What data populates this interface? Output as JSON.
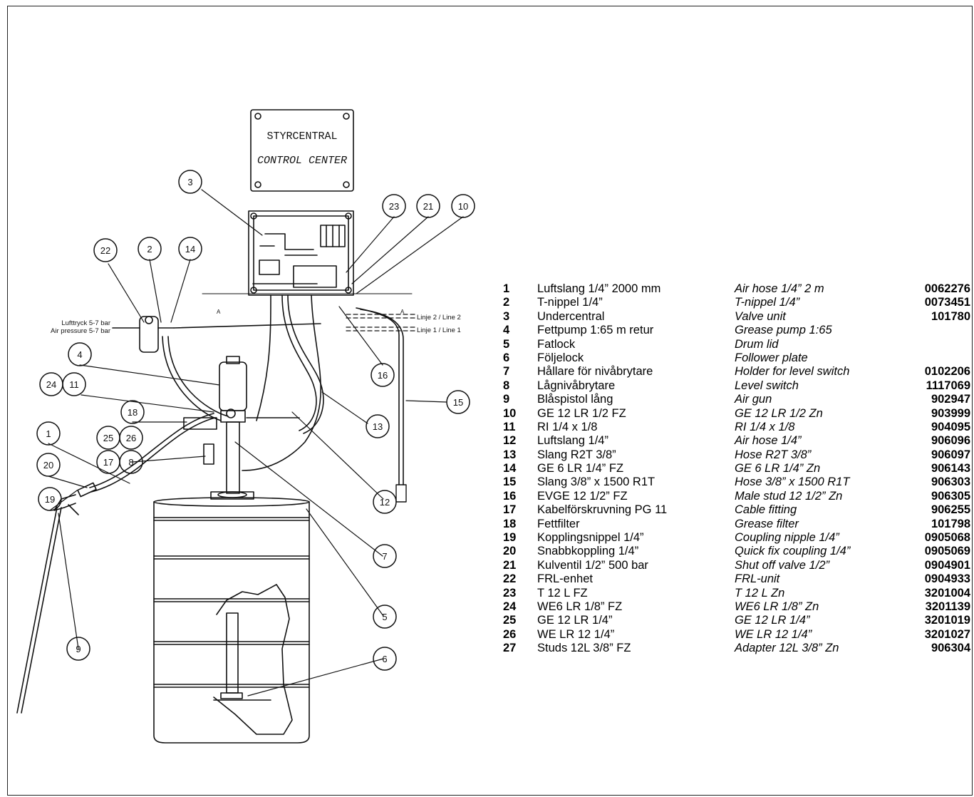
{
  "diagram": {
    "sign": {
      "line1": "STYRCENTRAL",
      "line2": "CONTROL CENTER"
    },
    "air_label": {
      "sv": "Lufttryck 5-7 bar",
      "en": "Air pressure 5-7 bar"
    },
    "line_labels": {
      "line2": "Linje 2 / Line 2",
      "line1": "Linje 1 / Line 1"
    },
    "section_marker": "A",
    "callouts": [
      "3",
      "23",
      "21",
      "10",
      "22",
      "2",
      "14",
      "4",
      "24",
      "11",
      "16",
      "15",
      "13",
      "18",
      "25",
      "26",
      "17",
      "8",
      "1",
      "20",
      "19",
      "12",
      "7",
      "5",
      "6",
      "9"
    ]
  },
  "parts": [
    {
      "no": "1",
      "sv": "Luftslang 1/4” 2000 mm",
      "en": "Air hose 1/4” 2 m",
      "art": "0062276"
    },
    {
      "no": "2",
      "sv": "T-nippel 1/4”",
      "en": "T-nippel 1/4”",
      "art": "0073451"
    },
    {
      "no": "3",
      "sv": "Undercentral",
      "en": "Valve unit",
      "art": "101780"
    },
    {
      "no": "4",
      "sv": "Fettpump 1:65 m retur",
      "en": "Grease pump 1:65",
      "art": ""
    },
    {
      "no": "5",
      "sv": "Fatlock",
      "en": "Drum lid",
      "art": ""
    },
    {
      "no": "6",
      "sv": "Följelock",
      "en": "Follower plate",
      "art": ""
    },
    {
      "no": "7",
      "sv": "Hållare för nivåbrytare",
      "en": "Holder for level switch",
      "art": "0102206"
    },
    {
      "no": "8",
      "sv": "Lågnivåbrytare",
      "en": "Level switch",
      "art": "1117069"
    },
    {
      "no": "9",
      "sv": "Blåspistol lång",
      "en": "Air gun",
      "art": "902947"
    },
    {
      "no": "10",
      "sv": "GE 12 LR 1/2 FZ",
      "en": "GE 12 LR 1/2 Zn",
      "art": "903999"
    },
    {
      "no": "11",
      "sv": "RI 1/4 x 1/8",
      "en": "RI 1/4 x 1/8",
      "art": "904095"
    },
    {
      "no": "12",
      "sv": "Luftslang 1/4”",
      "en": "Air hose 1/4”",
      "art": "906096"
    },
    {
      "no": "13",
      "sv": "Slang R2T 3/8”",
      "en": "Hose R2T 3/8”",
      "art": "906097"
    },
    {
      "no": "14",
      "sv": "GE 6 LR 1/4” FZ",
      "en": "GE 6 LR 1/4” Zn",
      "art": "906143"
    },
    {
      "no": "15",
      "sv": "Slang 3/8” x 1500 R1T",
      "en": "Hose 3/8” x 1500 R1T",
      "art": "906303"
    },
    {
      "no": "16",
      "sv": "EVGE 12 1/2” FZ",
      "en": "Male stud 12 1/2” Zn",
      "art": "906305"
    },
    {
      "no": "17",
      "sv": "Kabelförskruvning PG 11",
      "en": "Cable fitting",
      "art": "906255"
    },
    {
      "no": "18",
      "sv": "Fettfilter",
      "en": "Grease filter",
      "art": "101798"
    },
    {
      "no": "19",
      "sv": "Kopplingsnippel 1/4”",
      "en": "Coupling nipple 1/4”",
      "art": "0905068"
    },
    {
      "no": "20",
      "sv": "Snabbkoppling 1/4”",
      "en": "Quick fix coupling 1/4”",
      "art": "0905069"
    },
    {
      "no": "21",
      "sv": "Kulventil 1/2” 500 bar",
      "en": "Shut off valve 1/2”",
      "art": "0904901"
    },
    {
      "no": "22",
      "sv": "FRL-enhet",
      "en": "FRL-unit",
      "art": "0904933"
    },
    {
      "no": "23",
      "sv": "T 12 L FZ",
      "en": "T 12 L Zn",
      "art": "3201004"
    },
    {
      "no": "24",
      "sv": "WE6 LR 1/8” FZ",
      "en": "WE6 LR 1/8” Zn",
      "art": "3201139"
    },
    {
      "no": "25",
      "sv": "GE 12 LR 1/4”",
      "en": "GE 12 LR 1/4”",
      "art": "3201019"
    },
    {
      "no": "26",
      "sv": "WE LR 12 1/4”",
      "en": "WE LR 12 1/4”",
      "art": "3201027"
    },
    {
      "no": "27",
      "sv": "Studs 12L 3/8” FZ",
      "en": "Adapter 12L 3/8” Zn",
      "art": "906304"
    }
  ]
}
